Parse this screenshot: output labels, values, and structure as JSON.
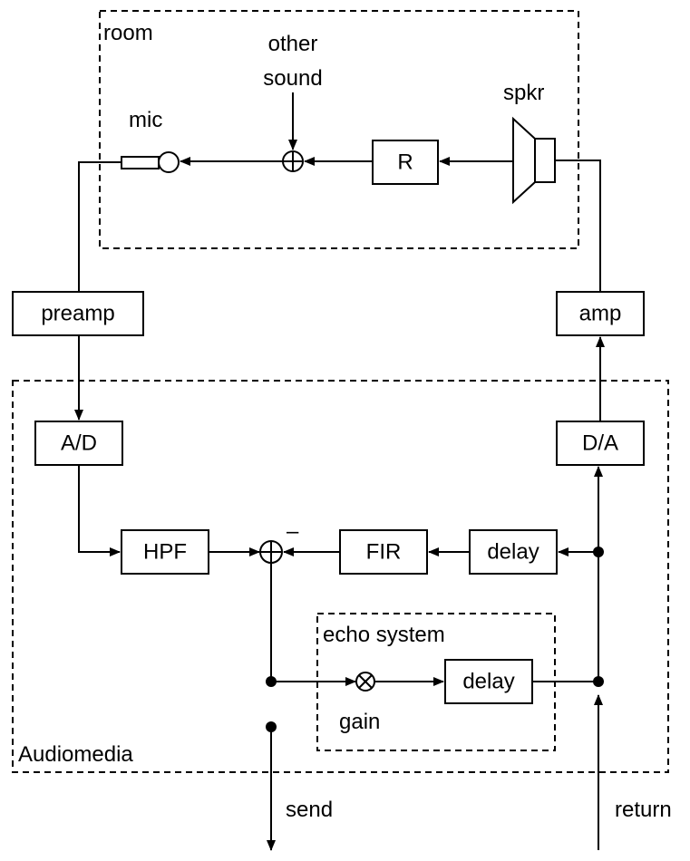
{
  "regions": {
    "room": "room",
    "audiomedia": "Audiomedia",
    "echo_system": "echo system"
  },
  "labels": {
    "other_sound_line1": "other",
    "other_sound_line2": "sound",
    "spkr": "spkr",
    "mic": "mic",
    "gain": "gain",
    "send": "send",
    "return": "return",
    "minus": "–"
  },
  "blocks": {
    "R": "R",
    "preamp": "preamp",
    "amp": "amp",
    "ad": "A/D",
    "da": "D/A",
    "hpf": "HPF",
    "fir": "FIR",
    "delay_top": "delay",
    "delay_echo": "delay"
  }
}
